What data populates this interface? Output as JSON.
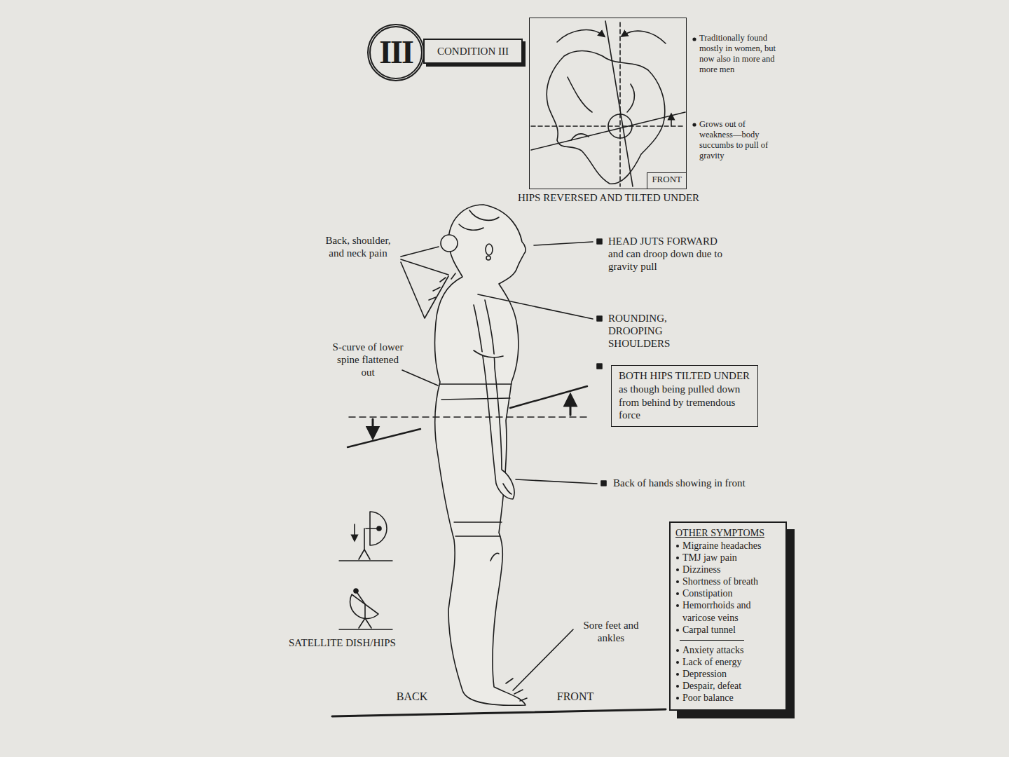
{
  "diagram": {
    "nodes": [
      {
        "text": [
          "III"
        ]
      },
      {
        "text": [
          "CONDITION III"
        ]
      },
      {
        "text": [
          "HIPS REVERSED AND TILTED UNDER"
        ]
      },
      {
        "text": [
          "FRONT"
        ],
        "in": 2
      },
      {
        "text": [
          "BOTH HIPS TILTED UNDER",
          "as though being pulled down from behind by tremendous force"
        ]
      },
      {
        "text": [
          "OTHER SYMPTOMS",
          "Migraine headaches",
          "TMJ jaw pain",
          "Dizziness",
          "Shortness of breath",
          "Constipation",
          "Hemorrhoids and varicose veins",
          "Carpal tunnel",
          "Anxiety attacks",
          "Lack of energy",
          "Depression",
          "Despair, defeat",
          "Poor balance"
        ]
      }
    ],
    "labels": [
      "Traditionally found mostly in women, but now also in more and more men",
      "Grows out of weakness—body succumbs to pull of gravity",
      "Back, shoulder, and neck pain",
      "HEAD JUTS FORWARD and can droop down due to gravity pull",
      "ROUNDING, DROOPING SHOULDERS",
      "S-curve of lower spine flattened out",
      "Back of hands showing in front",
      "SATELLITE DISH/HIPS",
      "Sore feet and ankles",
      "BACK",
      "FRONT"
    ]
  }
}
